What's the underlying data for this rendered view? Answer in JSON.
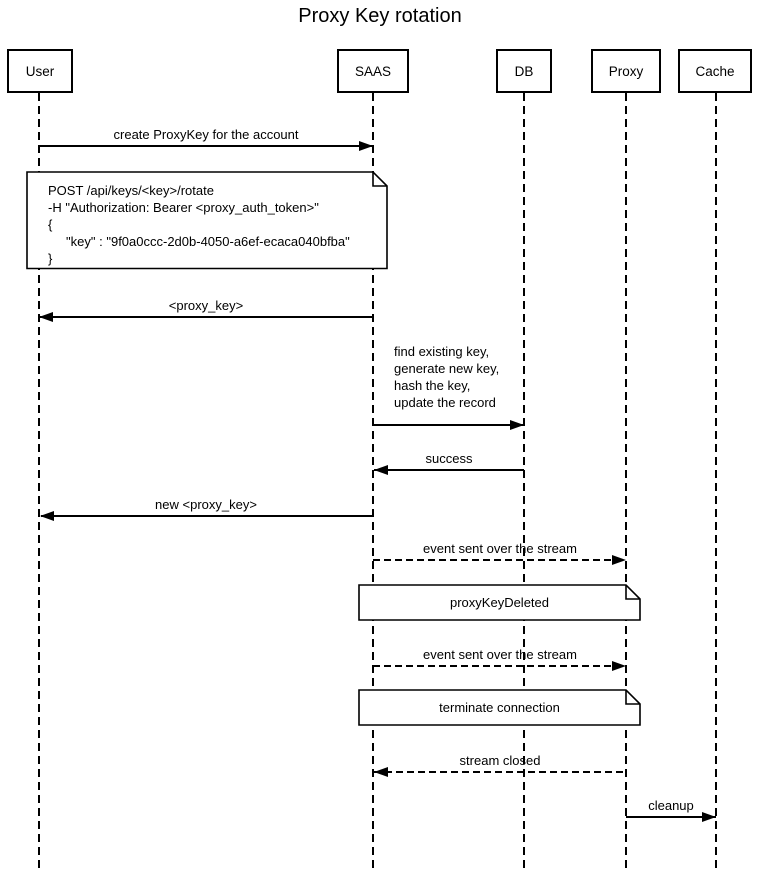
{
  "title": "Proxy Key rotation",
  "colors": {
    "line": "#000000",
    "background": "#ffffff"
  },
  "actors": [
    {
      "label": "User"
    },
    {
      "label": "SAAS"
    },
    {
      "label": "DB"
    },
    {
      "label": "Proxy"
    },
    {
      "label": "Cache"
    }
  ],
  "messages": [
    {
      "label": "create ProxyKey for the account",
      "from": "User",
      "to": "SAAS",
      "style": "solid"
    },
    {
      "label": "<proxy_key>",
      "from": "SAAS",
      "to": "User",
      "style": "solid"
    },
    {
      "label": "find existing key,\ngenerate new key,\nhash the key,\nupdate the record",
      "from": "SAAS",
      "to": "DB",
      "style": "solid"
    },
    {
      "label": "success",
      "from": "DB",
      "to": "SAAS",
      "style": "solid"
    },
    {
      "label": "new <proxy_key>",
      "from": "SAAS",
      "to": "User",
      "style": "solid"
    },
    {
      "label": "event sent over the stream",
      "from": "SAAS",
      "to": "Proxy",
      "style": "dashed"
    },
    {
      "label": "event sent over the stream",
      "from": "SAAS",
      "to": "Proxy",
      "style": "dashed"
    },
    {
      "label": "stream closed",
      "from": "Proxy",
      "to": "SAAS",
      "style": "dashed"
    },
    {
      "label": "cleanup",
      "from": "Proxy",
      "to": "Cache",
      "style": "solid"
    }
  ],
  "notes": [
    {
      "text": "POST /api/keys/<key>/rotate\n-H \"Authorization: Bearer <proxy_auth_token>\"\n{\n     \"key\" : \"9f0a0ccc-2d0b-4050-a6ef-ecaca040bfba\"\n}"
    },
    {
      "text": "proxyKeyDeleted"
    },
    {
      "text": "terminate connection"
    }
  ]
}
